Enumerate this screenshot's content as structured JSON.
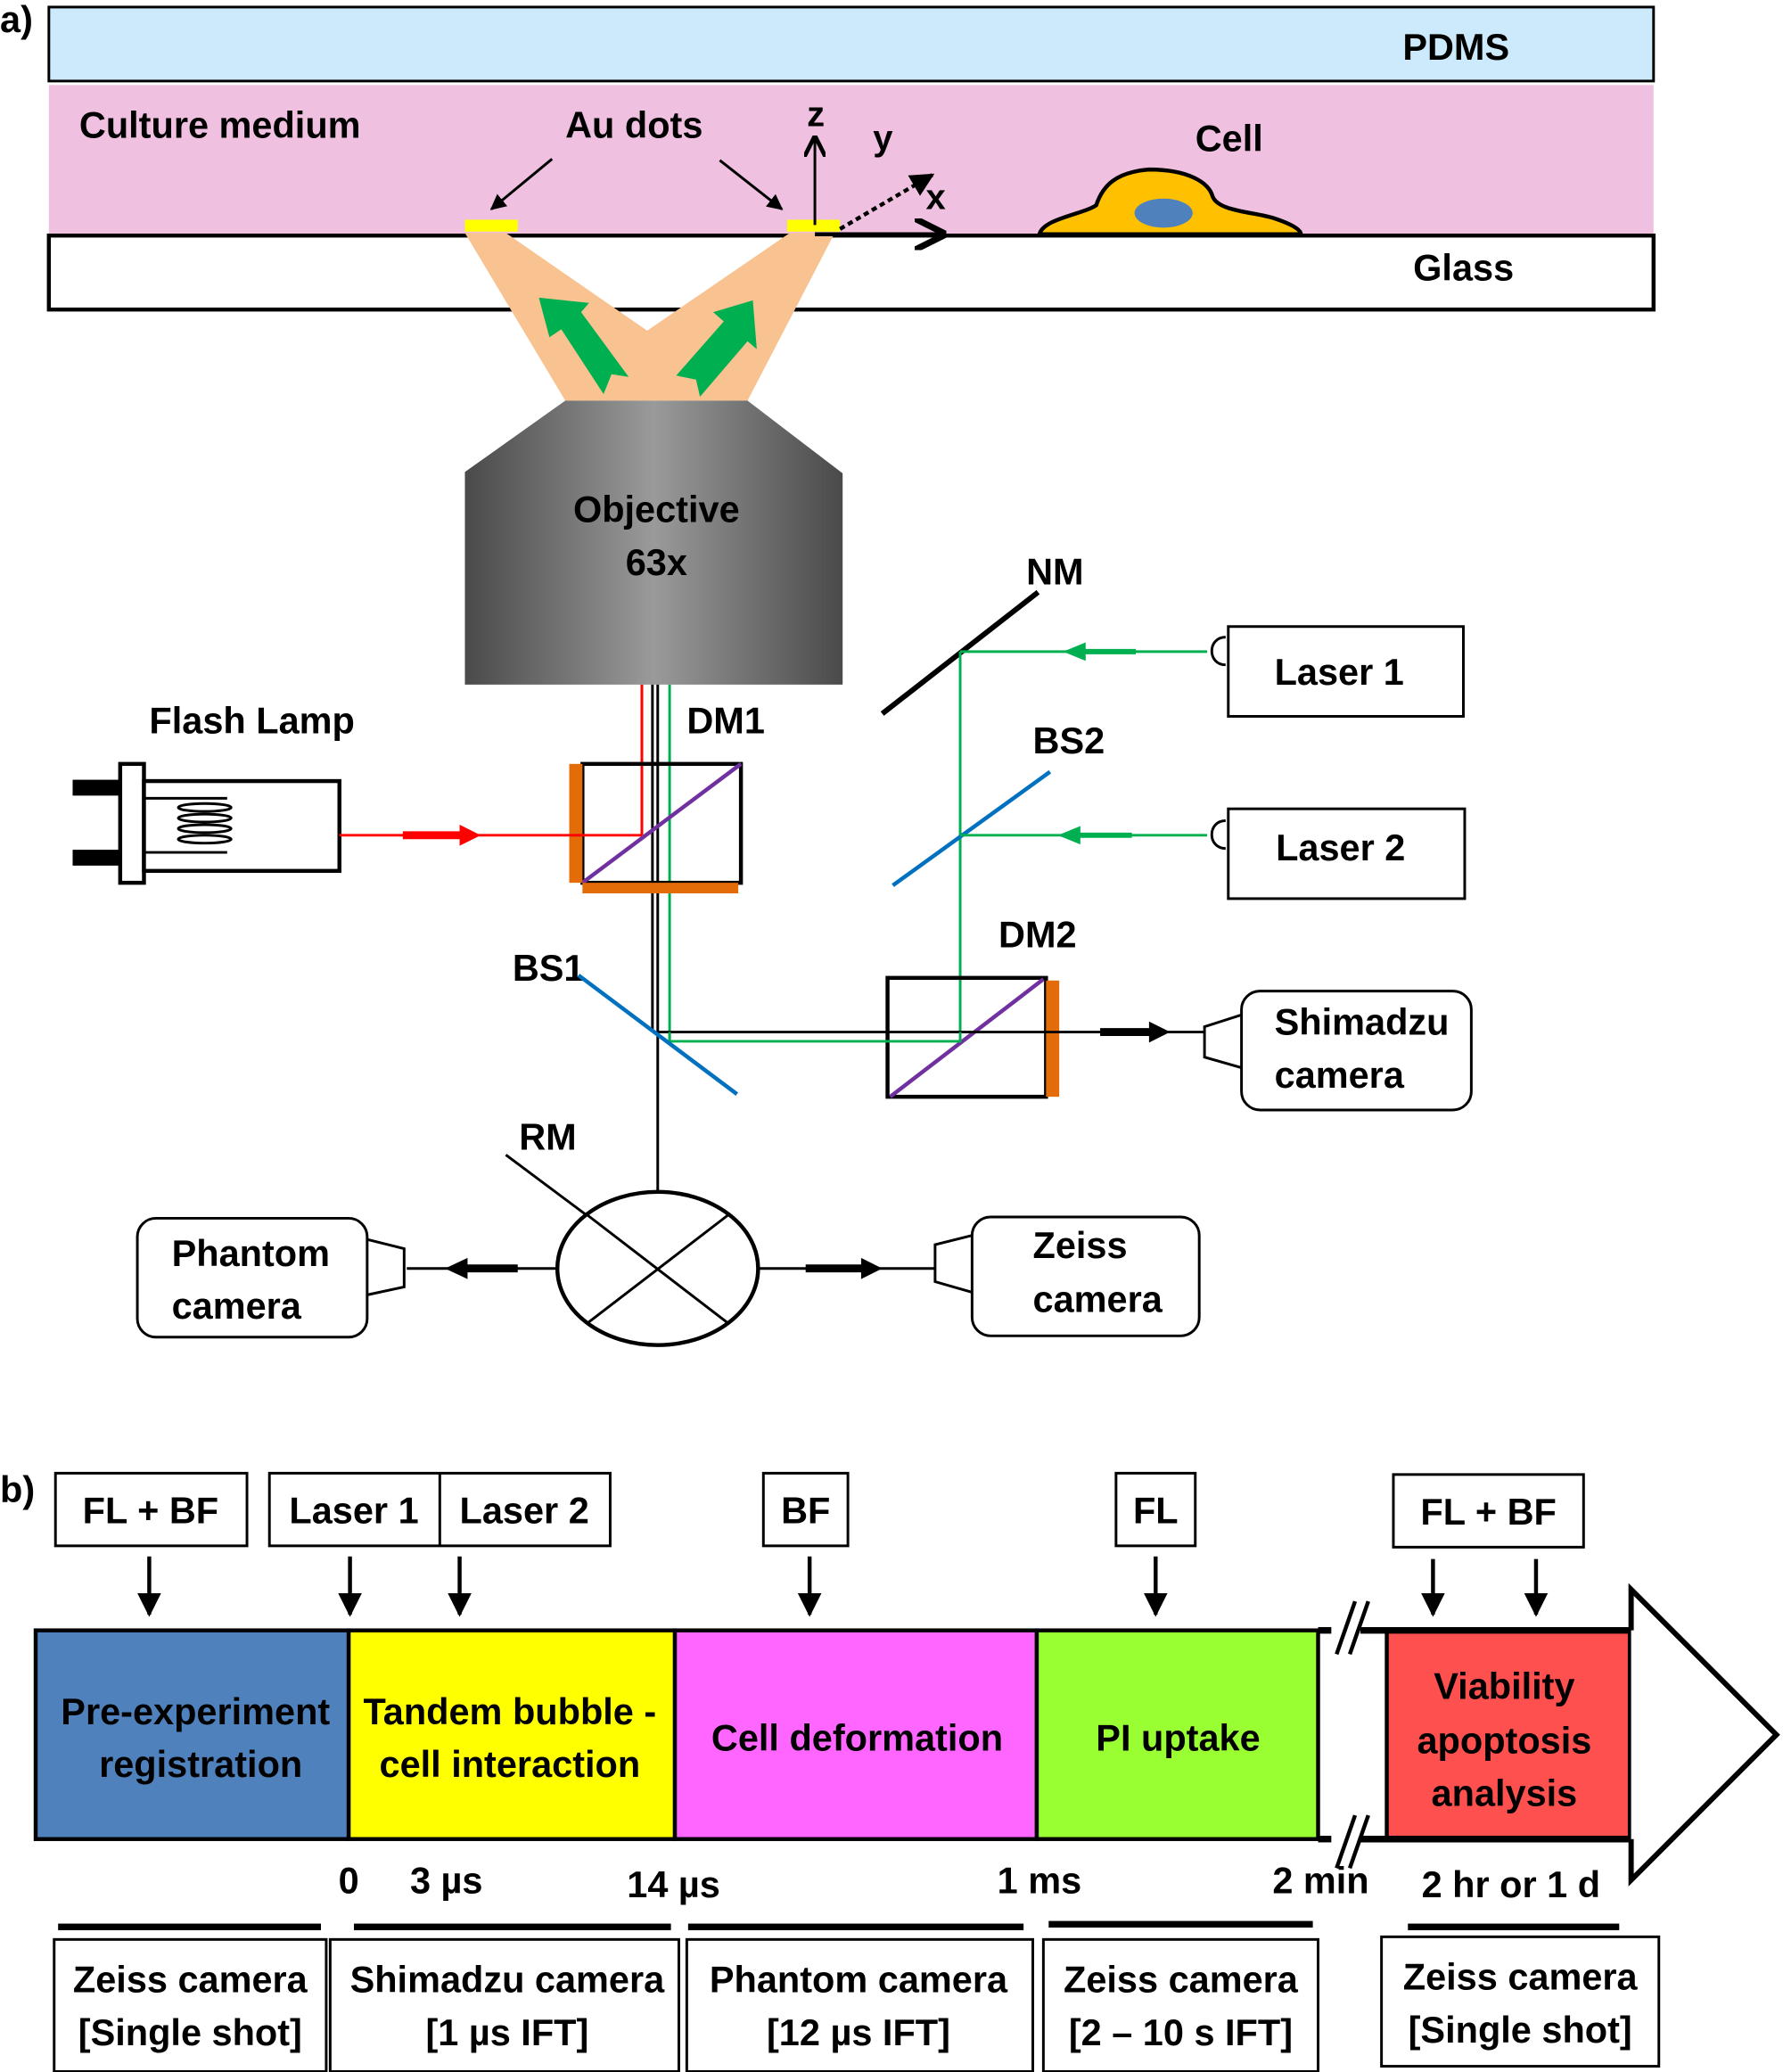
{
  "panel_a": {
    "label": "a)",
    "layers": {
      "pdms": "PDMS",
      "culture_medium": "Culture medium",
      "glass": "Glass"
    },
    "labels": {
      "au_dots": "Au dots",
      "cell": "Cell",
      "axis_z": "z",
      "axis_y": "y",
      "axis_x": "x",
      "objective_line1": "Objective",
      "objective_line2": "63x",
      "nm": "NM",
      "bs2": "BS2",
      "dm1": "DM1",
      "dm2": "DM2",
      "bs1": "BS1",
      "rm": "RM",
      "flash_lamp": "Flash Lamp",
      "laser1": "Laser 1",
      "laser2": "Laser 2",
      "shimadzu_line1": "Shimadzu",
      "shimadzu_line2": "camera",
      "phantom_line1": "Phantom",
      "phantom_line2": "camera",
      "zeiss_line1": "Zeiss",
      "zeiss_line2": "camera"
    },
    "colors": {
      "pdms": "#cdeafc",
      "medium": "#efc0df",
      "au_dot": "#ffff00",
      "beam_cone": "#f8c291",
      "green_arrow": "#00b050",
      "cell_body": "#ffc000",
      "cell_nucleus": "#4f81bd",
      "red_beam": "#ff0000",
      "green_beam": "#00b050",
      "dichroic": "#7030a0",
      "filter": "#e36c09",
      "beam_splitter": "#0070c0"
    }
  },
  "panel_b": {
    "label": "b)",
    "triggers": [
      {
        "label": "FL + BF"
      },
      {
        "label": "Laser 1"
      },
      {
        "label": "Laser 2"
      },
      {
        "label": "BF"
      },
      {
        "label": "FL"
      },
      {
        "label": "FL + BF"
      }
    ],
    "stages": [
      {
        "line1": "Pre-experiment",
        "line2": "registration",
        "color": "#4f81bd"
      },
      {
        "line1": "Tandem bubble -",
        "line2": "cell interaction",
        "color": "#ffff00"
      },
      {
        "line1": "Cell deformation",
        "line2": "",
        "color": "#ff66ff"
      },
      {
        "line1": "PI uptake",
        "line2": "",
        "color": "#99ff33"
      },
      {
        "line1": "Viability",
        "line2": "apoptosis",
        "line3": "analysis",
        "color": "#ff5050"
      }
    ],
    "time_marks": [
      "0",
      "3 µs",
      "14 µs",
      "1 ms",
      "2 min",
      "2 hr or 1 d"
    ],
    "cameras": [
      {
        "line1": "Zeiss camera",
        "line2": "[Single shot]"
      },
      {
        "line1": "Shimadzu camera",
        "line2": "[1 µs IFT]"
      },
      {
        "line1": "Phantom camera",
        "line2": "[12 µs IFT]"
      },
      {
        "line1": "Zeiss camera",
        "line2": "[2 – 10 s IFT]"
      },
      {
        "line1": "Zeiss camera",
        "line2": "[Single shot]"
      }
    ]
  }
}
